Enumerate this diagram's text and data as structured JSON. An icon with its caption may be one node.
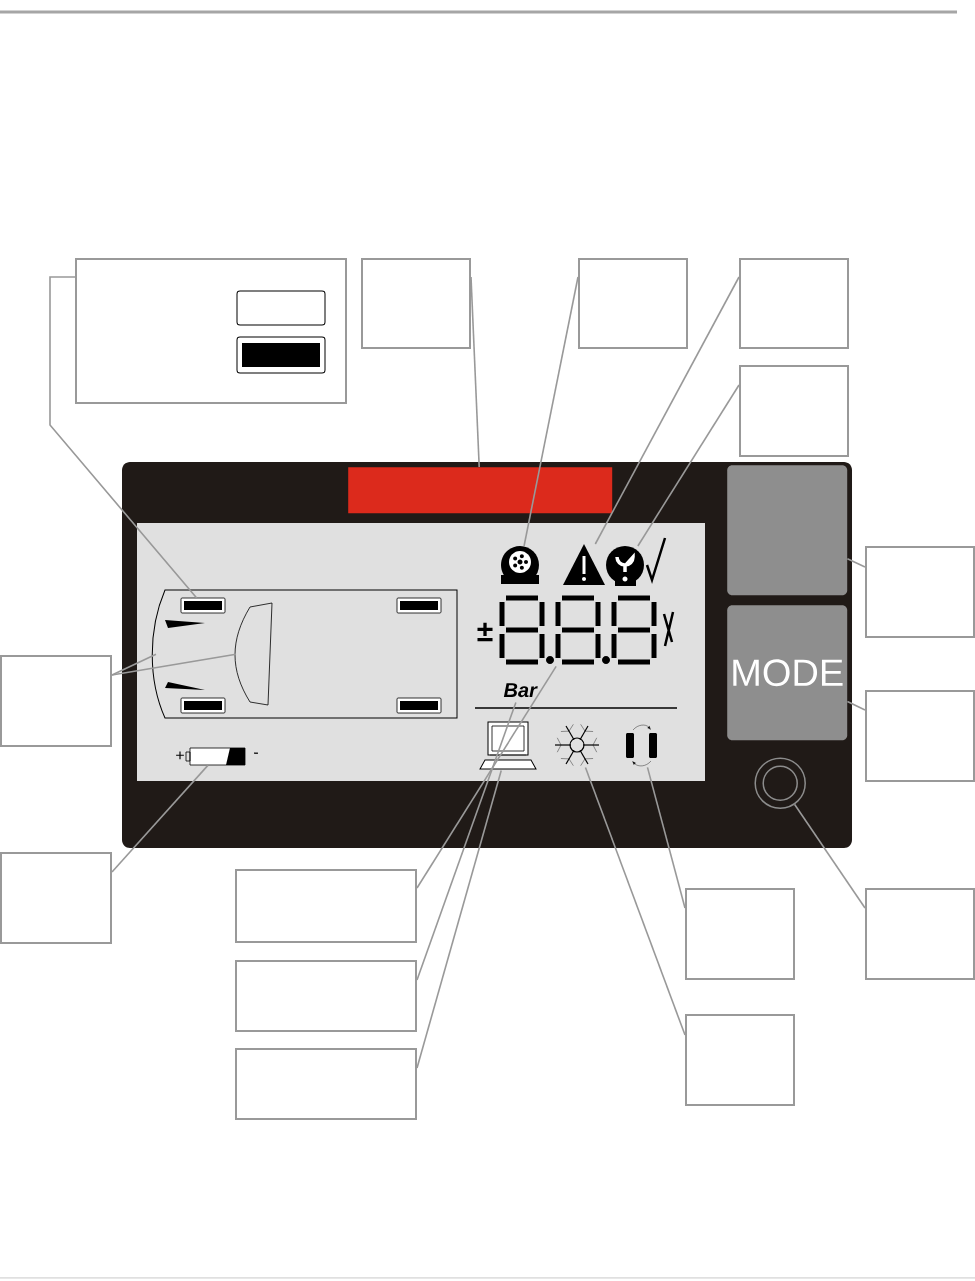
{
  "diagram": {
    "nodes": [
      {
        "text": [],
        "shape": "box"
      },
      {
        "text": [],
        "shape": "box"
      },
      {
        "text": [],
        "shape": "box"
      },
      {
        "text": [],
        "shape": "box"
      },
      {
        "text": [],
        "shape": "box"
      },
      {
        "text": [],
        "shape": "box"
      },
      {
        "text": [],
        "shape": "box"
      },
      {
        "text": [],
        "shape": "box"
      },
      {
        "text": [],
        "shape": "box"
      },
      {
        "text": [],
        "shape": "box"
      },
      {
        "text": [],
        "shape": "box"
      },
      {
        "text": [],
        "shape": "box"
      },
      {
        "text": [],
        "shape": "box"
      },
      {
        "text": [],
        "shape": "box"
      },
      {
        "text": [],
        "shape": "box"
      },
      {
        "text": [],
        "shape": "bar"
      },
      {
        "text": [],
        "shape": "box"
      },
      {
        "text": [
          "MODE"
        ]
      },
      {
        "text": [],
        "shape": "circle"
      },
      {
        "text": [
          "Bar"
        ]
      },
      {
        "text": [],
        "shape": "car"
      },
      {
        "text": [],
        "shape": "box",
        "in": 20
      },
      {
        "text": [],
        "shape": "windshield",
        "in": 20
      },
      {
        "text": [],
        "shape": "tyre"
      },
      {
        "text": [],
        "shape": "triangle"
      },
      {
        "text": [],
        "shape": "head"
      },
      {
        "text": [],
        "shape": "battery"
      },
      {
        "text": [],
        "shape": "display"
      },
      {
        "text": [],
        "shape": "computer"
      },
      {
        "text": [],
        "shape": "arrows"
      },
      {
        "text": [],
        "shape": "snowflake"
      }
    ],
    "edges": [
      {
        "from": 0,
        "to": 21,
        "arrow": "none"
      },
      {
        "from": 1,
        "to": 15,
        "arrow": "none"
      },
      {
        "from": 2,
        "to": 23,
        "arrow": "none"
      },
      {
        "from": 3,
        "to": 24,
        "arrow": "none"
      },
      {
        "from": 4,
        "to": 25,
        "arrow": "none"
      },
      {
        "from": 5,
        "to": 16,
        "arrow": "none"
      },
      {
        "from": 6,
        "to": 17,
        "arrow": "none"
      },
      {
        "from": 7,
        "to": 22,
        "arrow": "none"
      },
      {
        "from": 7,
        "to": 20,
        "arrow": "none"
      },
      {
        "from": 8,
        "to": 26,
        "arrow": "none"
      },
      {
        "from": 9,
        "to": 27,
        "arrow": "none"
      },
      {
        "from": 10,
        "to": 19,
        "arrow": "none"
      },
      {
        "from": 11,
        "to": 28,
        "arrow": "none"
      },
      {
        "from": 12,
        "to": 29,
        "arrow": "none"
      },
      {
        "from": 13,
        "to": 30,
        "arrow": "none"
      },
      {
        "from": 14,
        "to": 18,
        "arrow": "none"
      }
    ],
    "labels": [
      "±",
      "+",
      "-"
    ]
  }
}
